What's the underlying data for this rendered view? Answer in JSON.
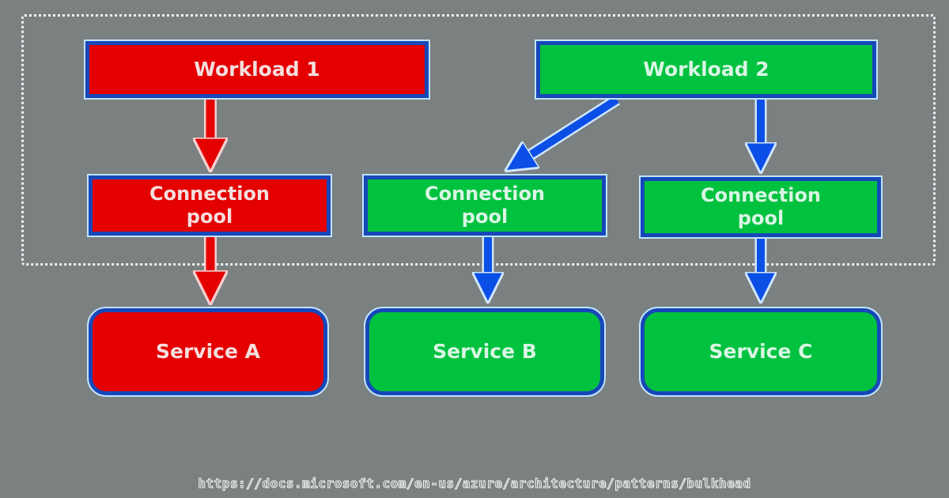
{
  "diagram": {
    "workloads": [
      {
        "label": "Workload 1",
        "color": "#e50000"
      },
      {
        "label": "Workload 2",
        "color": "#00c23f"
      }
    ],
    "connection_pools": [
      {
        "label": "Connection pool",
        "color": "#e50000"
      },
      {
        "label": "Connection pool",
        "color": "#00c23f"
      },
      {
        "label": "Connection pool",
        "color": "#00c23f"
      }
    ],
    "services": [
      {
        "label": "Service A",
        "color": "#e50000"
      },
      {
        "label": "Service B",
        "color": "#00c23f"
      },
      {
        "label": "Service C",
        "color": "#00c23f"
      }
    ],
    "edges": [
      {
        "from": "Workload 1",
        "to": "Connection pool 1",
        "color": "#e50000"
      },
      {
        "from": "Connection pool 1",
        "to": "Service A",
        "color": "#e50000"
      },
      {
        "from": "Workload 2",
        "to": "Connection pool 2",
        "color": "#0b4fe6"
      },
      {
        "from": "Workload 2",
        "to": "Connection pool 3",
        "color": "#0b4fe6"
      },
      {
        "from": "Connection pool 2",
        "to": "Service B",
        "color": "#0b4fe6"
      },
      {
        "from": "Connection pool 3",
        "to": "Service C",
        "color": "#0b4fe6"
      }
    ],
    "source_url": "https://docs.microsoft.com/en-us/azure/architecture/patterns/bulkhead"
  }
}
